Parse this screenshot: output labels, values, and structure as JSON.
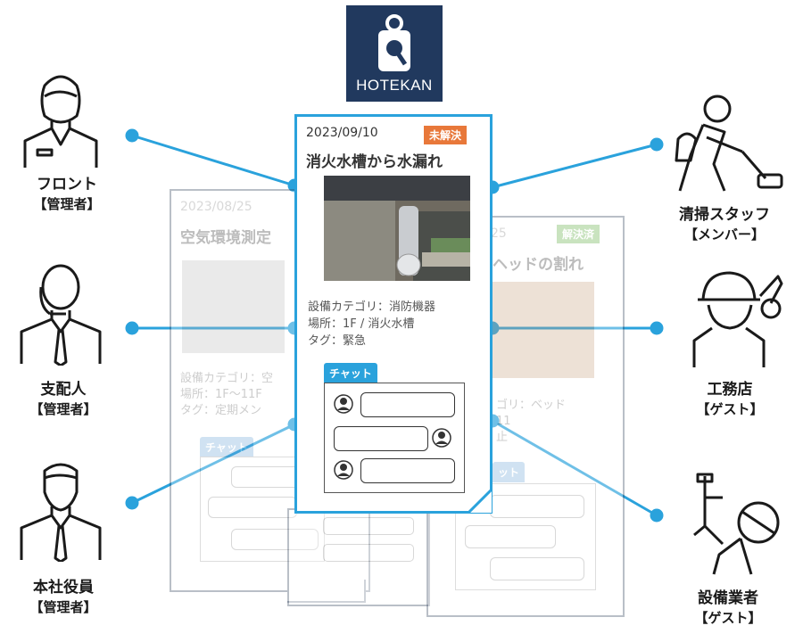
{
  "logo": {
    "text": "HOTEKAN",
    "bg_color": "#21395e"
  },
  "accent_color": "#2aa2dc",
  "people_left": [
    {
      "name": "フロント",
      "role": "【管理者】",
      "icon": "woman-staff-icon"
    },
    {
      "name": "支配人",
      "role": "【管理者】",
      "icon": "manager-headset-icon"
    },
    {
      "name": "本社役員",
      "role": "【管理者】",
      "icon": "executive-icon"
    }
  ],
  "people_right": [
    {
      "name": "清掃スタッフ",
      "role": "【メンバー】",
      "icon": "cleaning-staff-icon"
    },
    {
      "name": "工務店",
      "role": "【ゲスト】",
      "icon": "construction-worker-icon"
    },
    {
      "name": "設備業者",
      "role": "【ゲスト】",
      "icon": "plumber-icon"
    }
  ],
  "main_card": {
    "date": "2023/09/10",
    "status": "未解決",
    "status_color": "#e8783a",
    "title": "消火水槽から水漏れ",
    "info": [
      "設備カテゴリ：消防機器",
      "場所：1F / 消火水槽",
      "タグ：緊急"
    ],
    "chat_label": "チャット"
  },
  "left_card": {
    "date": "2023/08/25",
    "title": "空気環境測定",
    "info": [
      "設備カテゴリ：空",
      "場所：1F～11F",
      "タグ：定期メン"
    ],
    "chat_label": "チャット"
  },
  "right_card": {
    "date_fragment": "25",
    "status": "解決済",
    "status_color": "#5aaa3c",
    "title_fragment": "ヘッドの割れ",
    "info": [
      "ゴリ：ベッド",
      "11",
      "止"
    ],
    "chat_label": "ット"
  }
}
